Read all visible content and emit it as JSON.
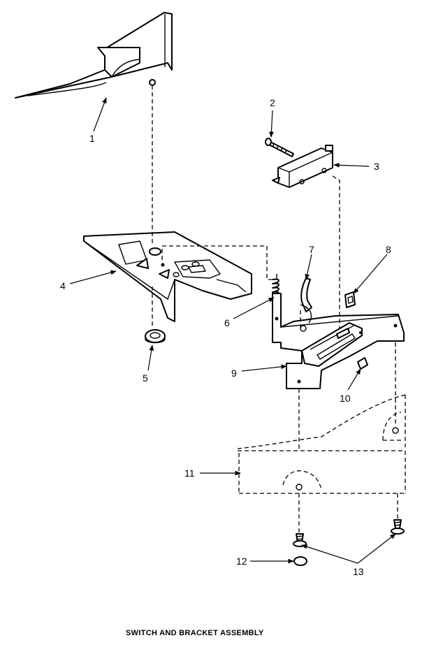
{
  "title": "SWITCH AND BRACKET ASSEMBLY",
  "callouts": [
    "1",
    "2",
    "3",
    "4",
    "5",
    "6",
    "7",
    "8",
    "9",
    "10",
    "11",
    "12",
    "13"
  ]
}
